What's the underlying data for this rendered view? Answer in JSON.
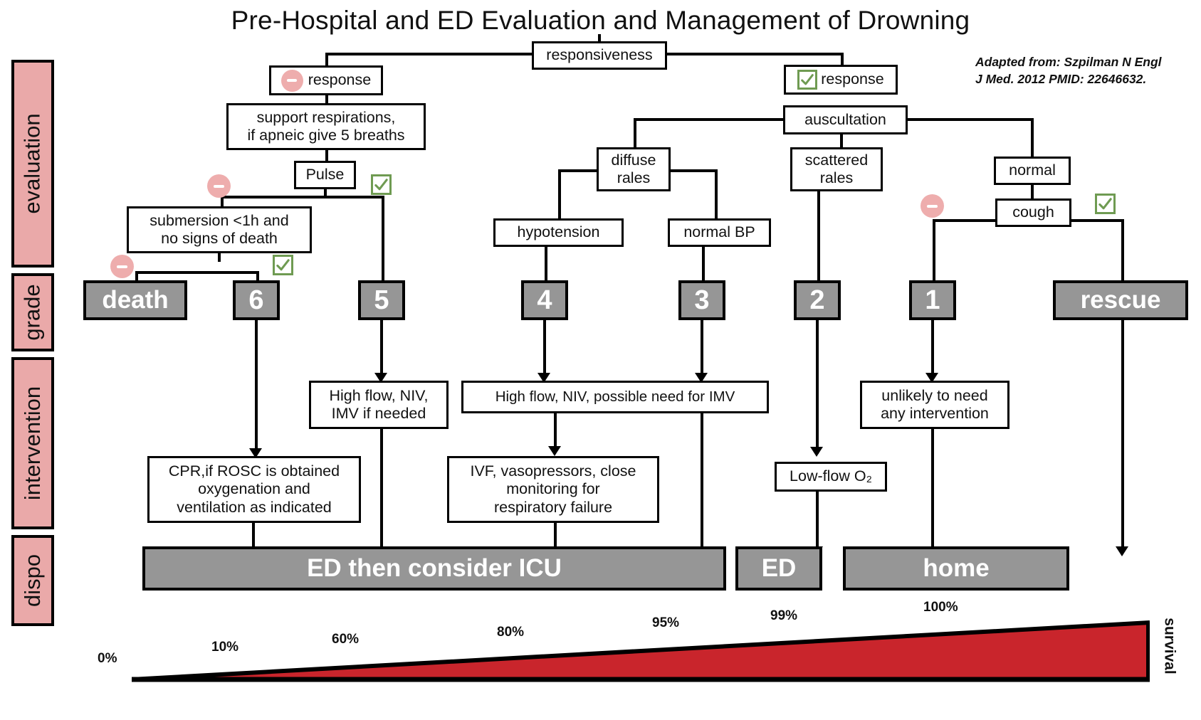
{
  "header": {
    "title": "Pre-Hospital and ED Evaluation and Management of Drowning",
    "citation_line1": "Adapted from: Szpilman N Engl",
    "citation_line2": "J Med. 2012 PMID: 22646632."
  },
  "stages": [
    {
      "label": "evaluation"
    },
    {
      "label": "grade"
    },
    {
      "label": "intervention"
    },
    {
      "label": "dispo"
    }
  ],
  "nodes": {
    "responsiveness": "responsiveness",
    "neg_response": "response",
    "pos_response": "response",
    "support_respirations": "support respirations,\nif apneic give 5 breaths",
    "pulse": "Pulse",
    "submersion": "submersion <1h and\nno signs of death",
    "auscultation": "auscultation",
    "diffuse_rales": "diffuse\nrales",
    "scattered_rales": "scattered\nrales",
    "normal": "normal",
    "cough": "cough",
    "hypotension": "hypotension",
    "normal_bp": "normal BP"
  },
  "grades": [
    {
      "label": "death",
      "kind": "word"
    },
    {
      "label": "6",
      "kind": "num"
    },
    {
      "label": "5",
      "kind": "num"
    },
    {
      "label": "4",
      "kind": "num"
    },
    {
      "label": "3",
      "kind": "num"
    },
    {
      "label": "2",
      "kind": "num"
    },
    {
      "label": "1",
      "kind": "num"
    },
    {
      "label": "rescue",
      "kind": "word"
    }
  ],
  "interventions": {
    "high_flow_niv_imv_needed": "High flow, NIV,\nIMV if needed",
    "high_flow_niv_possible_imv": "High flow, NIV, possible need for IMV",
    "unlikely_intervention": "unlikely to need\nany intervention",
    "cpr_rosc": "CPR,if ROSC is obtained\noxygenation and\nventilation as indicated",
    "ivf_vasopressors": "IVF, vasopressors, close\nmonitoring for\nrespiratory failure",
    "low_flow_o2": "Low-flow O₂"
  },
  "dispositions": [
    {
      "label": "ED then consider ICU"
    },
    {
      "label": "ED"
    },
    {
      "label": "home"
    }
  ],
  "chart_data": {
    "type": "area",
    "title": "survival",
    "ylabel": "survival",
    "categories": [
      "death",
      "6",
      "5",
      "4",
      "3",
      "2",
      "1",
      "rescue"
    ],
    "values": [
      0,
      10,
      60,
      80,
      95,
      99,
      100,
      100
    ],
    "tick_labels": [
      "0%",
      "10%",
      "60%",
      "80%",
      "95%",
      "99%",
      "100%"
    ],
    "grid": false,
    "fill_color": "#c9252c"
  },
  "colors": {
    "stage_pink": "#eaa9a9",
    "grey_box": "#969696",
    "check_green": "#6f9b52",
    "neg_pink": "#eeadad",
    "survival_red": "#c9252c"
  },
  "icons": {
    "negative": "minus-circle-icon",
    "positive": "checkbox-checked-icon"
  }
}
